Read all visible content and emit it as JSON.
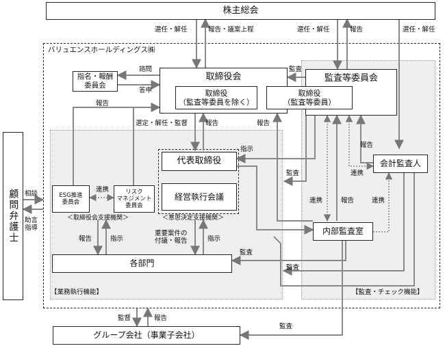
{
  "boxes": {
    "shareholders_meeting": "株主総会",
    "company_name": "バリュエンスホールディングス㈱",
    "board": "取締役会",
    "nomination_committee": "指名・報酬\n委員会",
    "directors_non_audit": "取締役\n（監査等委員を除く）",
    "audit_committee": "監査等委員会",
    "directors_audit": "取締役\n（監査等委員）",
    "representative_director": "代表取締役",
    "management_meeting": "経営執行会議",
    "esg_committee": "ESG推進\n委員会",
    "risk_committee": "リスク\nマネジメント\n委員会",
    "accounting_auditor": "会計監査人",
    "internal_audit": "内部監査室",
    "departments": "各部門",
    "group_companies": "グループ会社（事業子会社）",
    "legal_advisor": "顧問弁護士"
  },
  "captions": {
    "board_support": "＜取締役会支援機関＞",
    "decision_support": "＜意思決定支援機関＞",
    "business_execution": "【業務執行機能】",
    "audit_check": "【監査・チェック機能】"
  },
  "edge_labels": {
    "appoint_dismiss_1": "選任・解任",
    "report_agenda": "報告・議案上程",
    "appoint_dismiss_2": "選任・解任",
    "report_1": "報告",
    "appoint_dismiss_3": "選任・解任",
    "consult": "諮問",
    "answer": "答申",
    "audit_1": "監査",
    "report_2": "報告",
    "select_dismiss_supervise": "選定・解任・監督",
    "report_3": "報告",
    "report_4": "報告",
    "instruct_1": "指示",
    "report_5": "報告",
    "audit_2": "監査",
    "cooperate_1": "連携",
    "cooperate_2": "連携",
    "report_6": "報告",
    "cooperate_3": "連携",
    "cooperate_4": "連携",
    "consult_2": "相談",
    "advice_guidance": "助言\n指導",
    "report_7": "報告",
    "instruct_2": "指示",
    "important_matters": "重要案件の\n付議・報告",
    "instruct_3": "指示",
    "audit_3": "監査",
    "audit_4": "監査",
    "supervise": "監督",
    "report_8": "報告",
    "audit_5": "監査"
  }
}
